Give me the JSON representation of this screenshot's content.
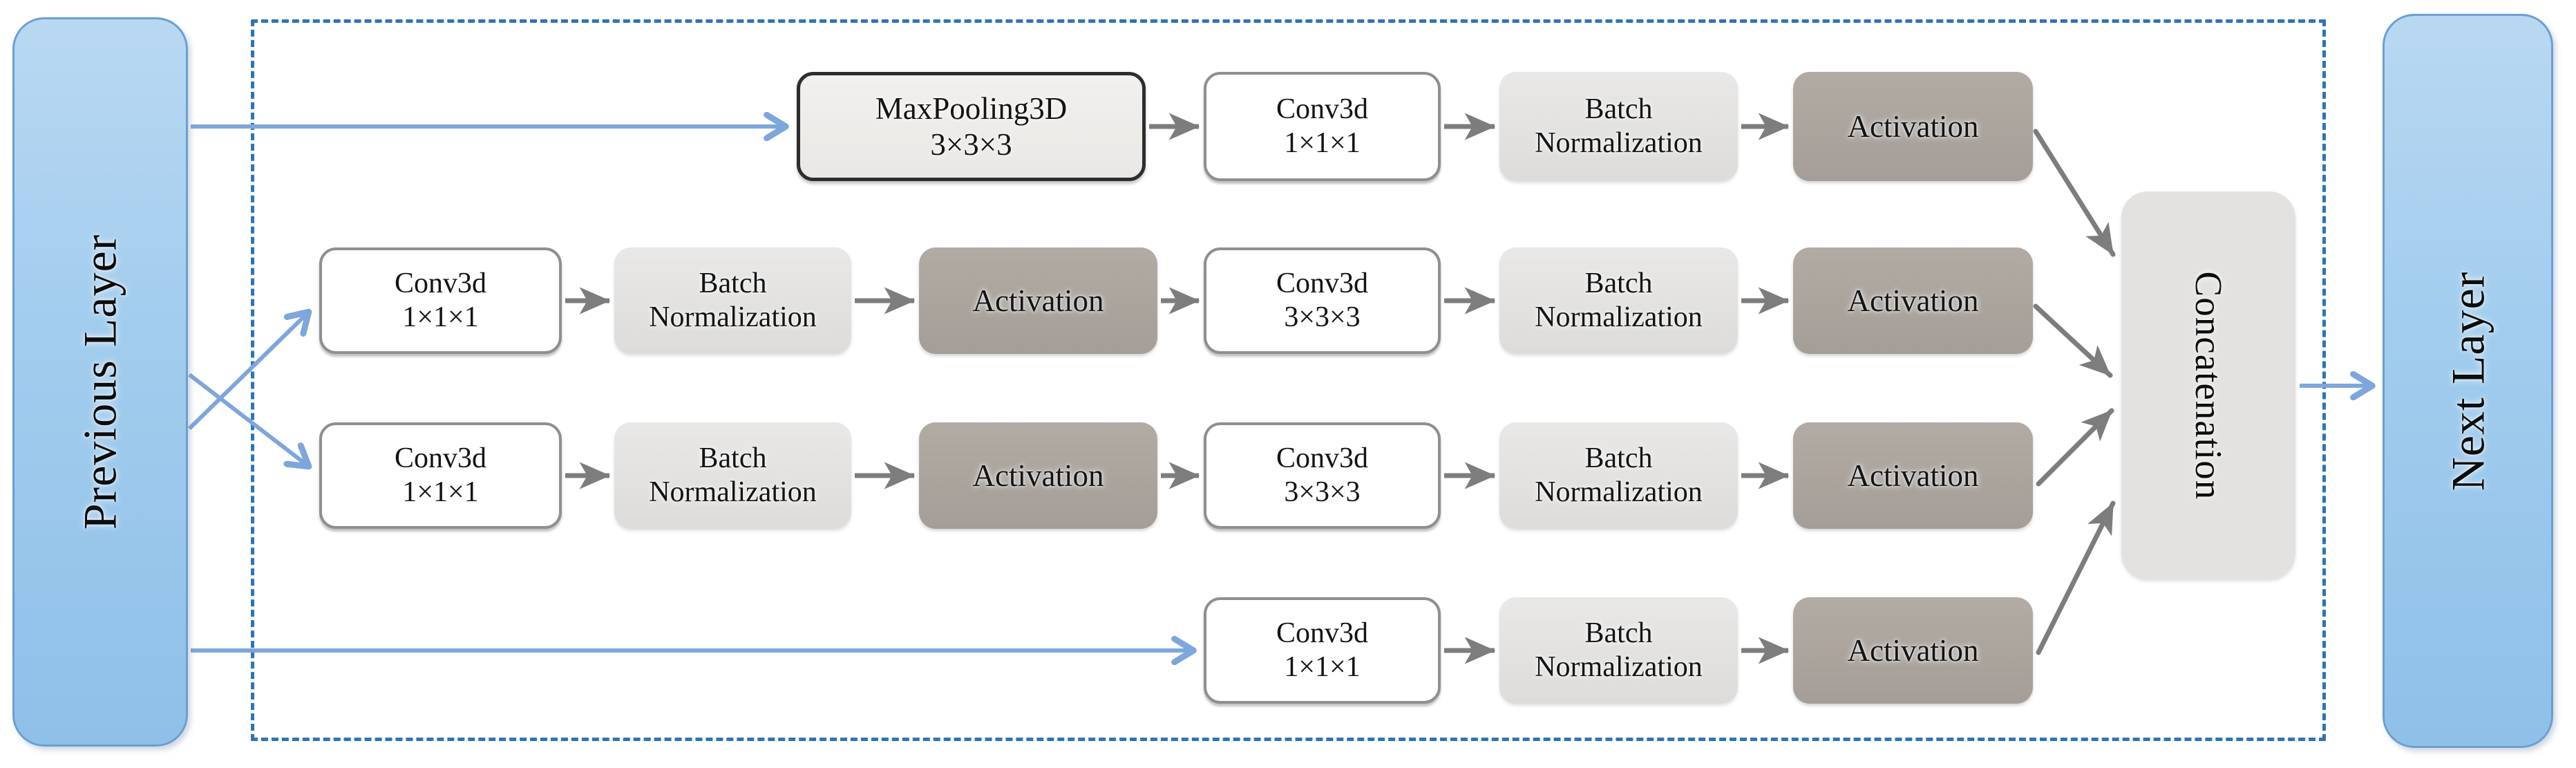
{
  "colors": {
    "blue_arrow": "#7ea6dc",
    "gray_arrow": "#7d7d7d",
    "dashed_border": "#2e74b6",
    "layer_box_fill": "#9cc8ec",
    "activation_fill": "#aba49e",
    "light_block_fill": "#e2e1e0",
    "pool_border": "#2d2d2d"
  },
  "previous_layer": {
    "label": "Previous Layer"
  },
  "next_layer": {
    "label": "Next Layer"
  },
  "concatenation": {
    "label": "Concatenation"
  },
  "rows": [
    {
      "blocks": [
        {
          "name": "MaxPooling3D",
          "line1": "MaxPooling3D",
          "line2": "3×3×3"
        },
        {
          "name": "Conv3d 1x1x1",
          "line1": "Conv3d",
          "line2": "1×1×1"
        },
        {
          "name": "Batch Normalization",
          "line1": "Batch",
          "line2": "Normalization"
        },
        {
          "name": "Activation",
          "line1": "Activation"
        }
      ]
    },
    {
      "blocks": [
        {
          "name": "Conv3d 1x1x1",
          "line1": "Conv3d",
          "line2": "1×1×1"
        },
        {
          "name": "Batch Normalization",
          "line1": "Batch",
          "line2": "Normalization"
        },
        {
          "name": "Activation",
          "line1": "Activation"
        },
        {
          "name": "Conv3d 3x3x3",
          "line1": "Conv3d",
          "line2": "3×3×3"
        },
        {
          "name": "Batch Normalization",
          "line1": "Batch",
          "line2": "Normalization"
        },
        {
          "name": "Activation",
          "line1": "Activation"
        }
      ]
    },
    {
      "blocks": [
        {
          "name": "Conv3d 1x1x1",
          "line1": "Conv3d",
          "line2": "1×1×1"
        },
        {
          "name": "Batch Normalization",
          "line1": "Batch",
          "line2": "Normalization"
        },
        {
          "name": "Activation",
          "line1": "Activation"
        },
        {
          "name": "Conv3d 3x3x3",
          "line1": "Conv3d",
          "line2": "3×3×3"
        },
        {
          "name": "Batch Normalization",
          "line1": "Batch",
          "line2": "Normalization"
        },
        {
          "name": "Activation",
          "line1": "Activation"
        }
      ]
    },
    {
      "blocks": [
        {
          "name": "Conv3d 1x1x1",
          "line1": "Conv3d",
          "line2": "1×1×1"
        },
        {
          "name": "Batch Normalization",
          "line1": "Batch",
          "line2": "Normalization"
        },
        {
          "name": "Activation",
          "line1": "Activation"
        }
      ]
    }
  ]
}
